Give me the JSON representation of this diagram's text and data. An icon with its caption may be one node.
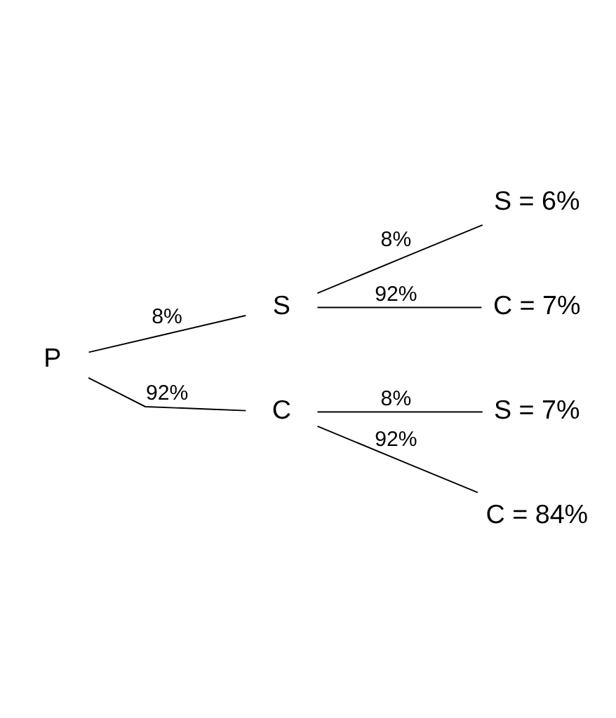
{
  "diagram": {
    "nodes": [
      {
        "text": [
          "P"
        ]
      },
      {
        "text": [
          "S"
        ]
      },
      {
        "text": [
          "C"
        ]
      },
      {
        "text": [
          "S = 6%"
        ]
      },
      {
        "text": [
          "C = 7%"
        ]
      },
      {
        "text": [
          "S = 7%"
        ]
      },
      {
        "text": [
          "C = 84%"
        ]
      }
    ],
    "edges": [
      {
        "from": 0,
        "to": 1,
        "arrow": "none",
        "label": "8%"
      },
      {
        "from": 0,
        "to": 2,
        "arrow": "none",
        "label": "92%"
      },
      {
        "from": 1,
        "to": 3,
        "arrow": "none",
        "label": "8%"
      },
      {
        "from": 1,
        "to": 4,
        "arrow": "none",
        "label": "92%"
      },
      {
        "from": 2,
        "to": 5,
        "arrow": "none",
        "label": "8%"
      },
      {
        "from": 2,
        "to": 6,
        "arrow": "none",
        "label": "92%"
      }
    ]
  }
}
